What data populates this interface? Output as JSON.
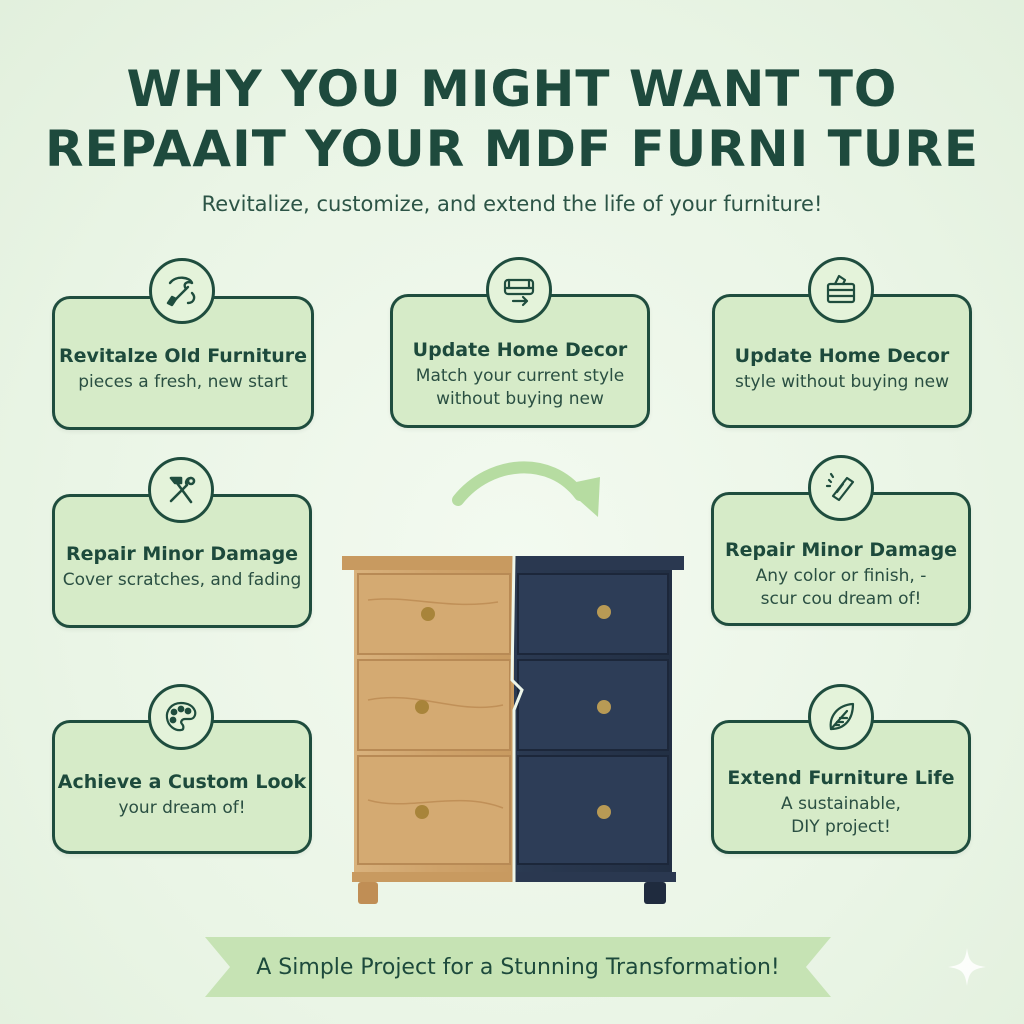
{
  "header": {
    "title_line1": "WHY YOU MIGHT WANT TO",
    "title_line2": "REPAAIT YOUR MDF FURNI TURE",
    "subtitle": "Revitalize, customize, and extend the life of your furniture!"
  },
  "cards": [
    {
      "icon": "paintbrush-icon",
      "title": "Revitalze Old Furniture",
      "lines": [
        "pieces a fresh, new start"
      ]
    },
    {
      "icon": "sofa-arrow-icon",
      "title": "Update Home Decor",
      "lines": [
        "Match your current style",
        "without buying new"
      ]
    },
    {
      "icon": "paint-swatches-icon",
      "title": "Update Home Decor",
      "lines": [
        "style without buying new"
      ]
    },
    {
      "icon": "hammer-wrench-icon",
      "title": "Repair Minor Damage",
      "lines": [
        "Cover scratches, and fading"
      ]
    },
    {
      "icon": "sanding-block-icon",
      "title": "Repair Minor Damage",
      "lines": [
        "Any color or finish, -",
        "scur cou dream of!"
      ]
    },
    {
      "icon": "palette-icon",
      "title": "Achieve a Custom Look",
      "lines": [
        "your dream of!"
      ]
    },
    {
      "icon": "leaf-icon",
      "title": "Extend Furniture Life",
      "lines": [
        "A sustainable,",
        "DIY project!"
      ]
    }
  ],
  "banner": {
    "text": "A Simple Project for a Stunning Transformation!"
  },
  "colors": {
    "accent": "#1f4d3e",
    "card_fill": "#d6ebc8",
    "wood": "#cfa46e",
    "navy": "#26344a",
    "banner": "#c6e3b4"
  }
}
